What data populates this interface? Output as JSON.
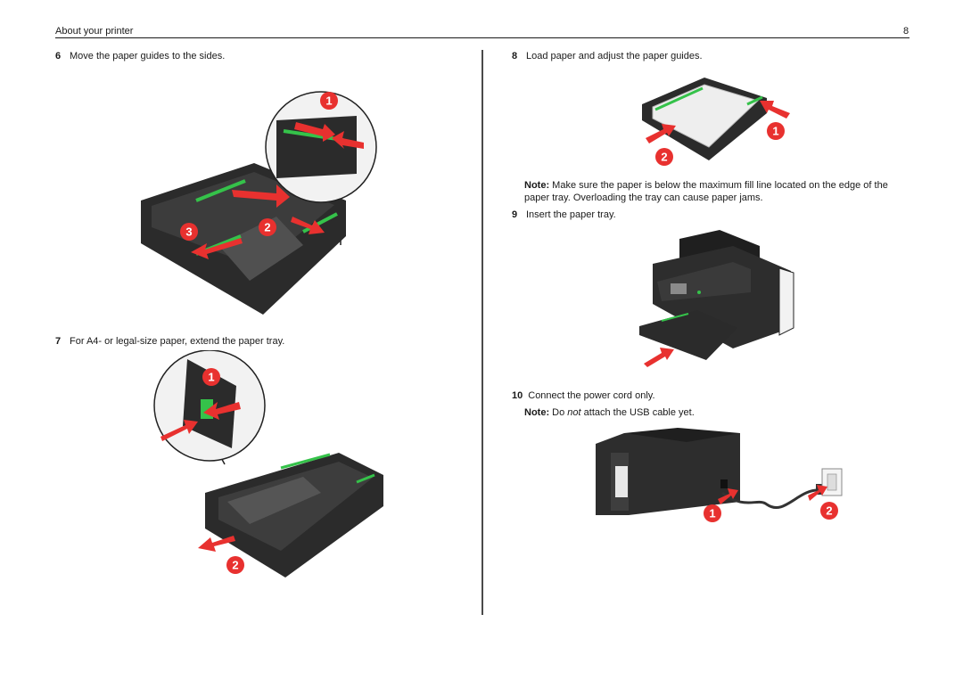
{
  "header": {
    "section_title": "About your printer",
    "page_number": "8"
  },
  "left_column": {
    "step6": {
      "number": "6",
      "text": "Move the paper guides to the sides."
    },
    "fig6_callouts": [
      "1",
      "2",
      "3"
    ],
    "step7": {
      "number": "7",
      "text": "For A4- or legal-size paper, extend the paper tray."
    },
    "fig7_callouts": [
      "1",
      "2"
    ]
  },
  "right_column": {
    "step8": {
      "number": "8",
      "text": "Load paper and adjust the paper guides."
    },
    "fig8_callouts": [
      "1",
      "2"
    ],
    "note1": {
      "label": "Note:",
      "text": "Make sure the paper is below the maximum fill line located on the edge of the paper tray. Overloading the tray can cause paper jams."
    },
    "step9": {
      "number": "9",
      "text": "Insert the paper tray."
    },
    "step10": {
      "number": "10",
      "text": "Connect the power cord only."
    },
    "note2": {
      "label": "Note:",
      "pre": "Do ",
      "emph": "not",
      "post": " attach the USB cable yet."
    },
    "fig10_callouts": [
      "1",
      "2"
    ]
  },
  "colors": {
    "callout_red": "#e8312f",
    "guide_green": "#35c24a",
    "tray_dark": "#2b2b2b"
  }
}
